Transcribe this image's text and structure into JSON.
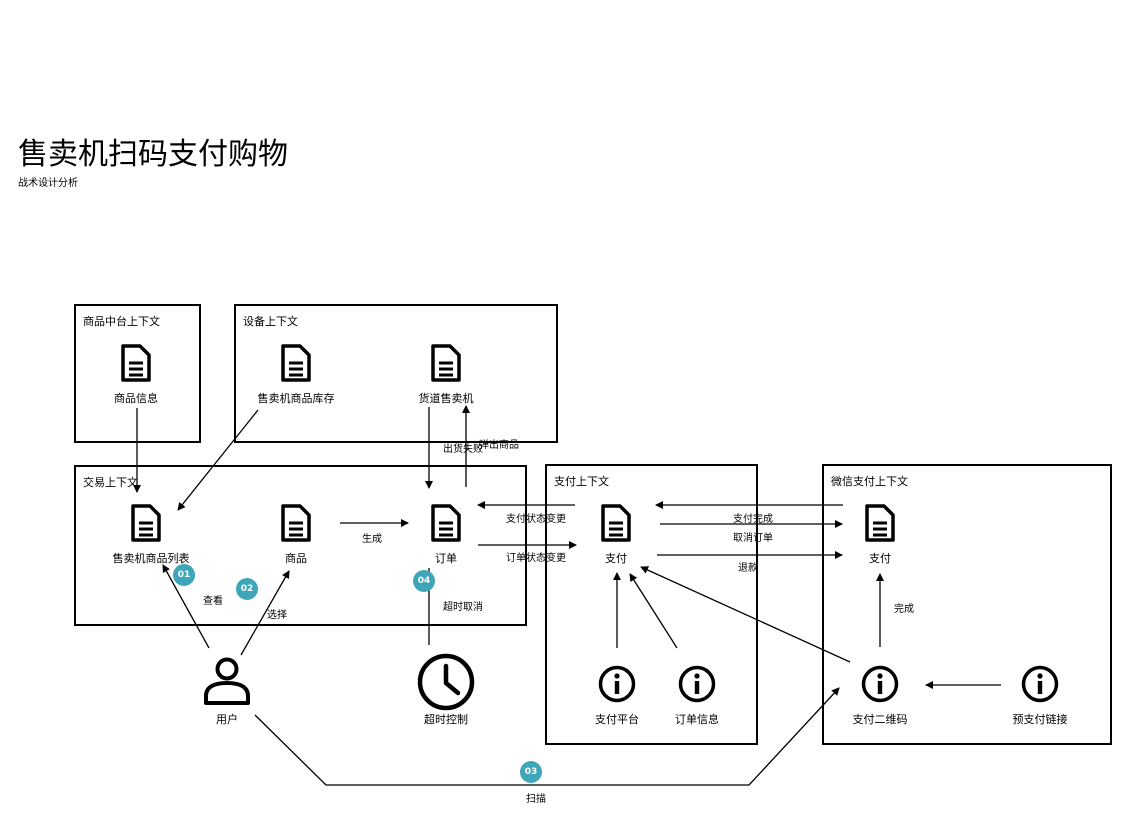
{
  "title": "售卖机扫码支付购物",
  "subtitle": "战术设计分析",
  "contexts": {
    "product_center": "商品中台上下文",
    "device": "设备上下文",
    "trade": "交易上下文",
    "payment": "支付上下文",
    "wechat_pay": "微信支付上下文"
  },
  "nodes": {
    "product_info": "商品信息",
    "machine_inventory": "售卖机商品库存",
    "cargo_lane": "货道售卖机",
    "machine_product_list": "售卖机商品列表",
    "product": "商品",
    "order": "订单",
    "payment": "支付",
    "wechat_payment": "支付",
    "user": "用户",
    "timeout_control": "超时控制",
    "pay_platform": "支付平台",
    "order_info": "订单信息",
    "pay_qrcode": "支付二维码",
    "prepay_link": "预支付链接"
  },
  "edges": {
    "generate": "生成",
    "ship_fail": "出货失败",
    "eject_product": "弹出商品",
    "pay_status_change": "支付状态变更",
    "order_status_change": "订单状态变更",
    "pay_complete": "支付完成",
    "cancel_order": "取消订单",
    "refund": "退款",
    "complete": "完成",
    "timeout_cancel": "超时取消",
    "view": "查看",
    "select": "选择",
    "scan": "扫描"
  },
  "steps": [
    "01",
    "02",
    "03",
    "04"
  ],
  "icons": {
    "document": "document-icon",
    "info": "info-icon",
    "user": "user-icon",
    "clock": "clock-icon"
  }
}
